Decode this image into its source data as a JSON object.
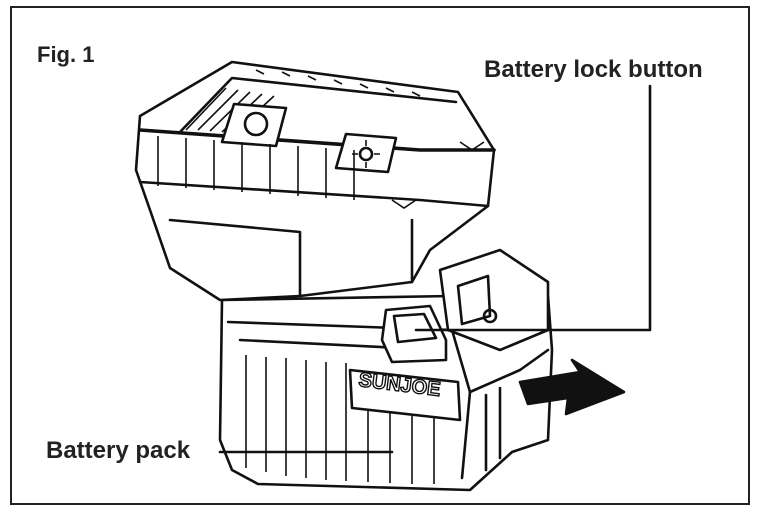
{
  "figure": {
    "label": "Fig. 1",
    "callouts": [
      {
        "id": "lock",
        "text": "Battery lock button"
      },
      {
        "id": "pack",
        "text": "Battery pack"
      }
    ],
    "brand_text": "SUNJOE"
  },
  "colors": {
    "ink": "#111111",
    "paper": "#ffffff",
    "border": "#222222"
  }
}
